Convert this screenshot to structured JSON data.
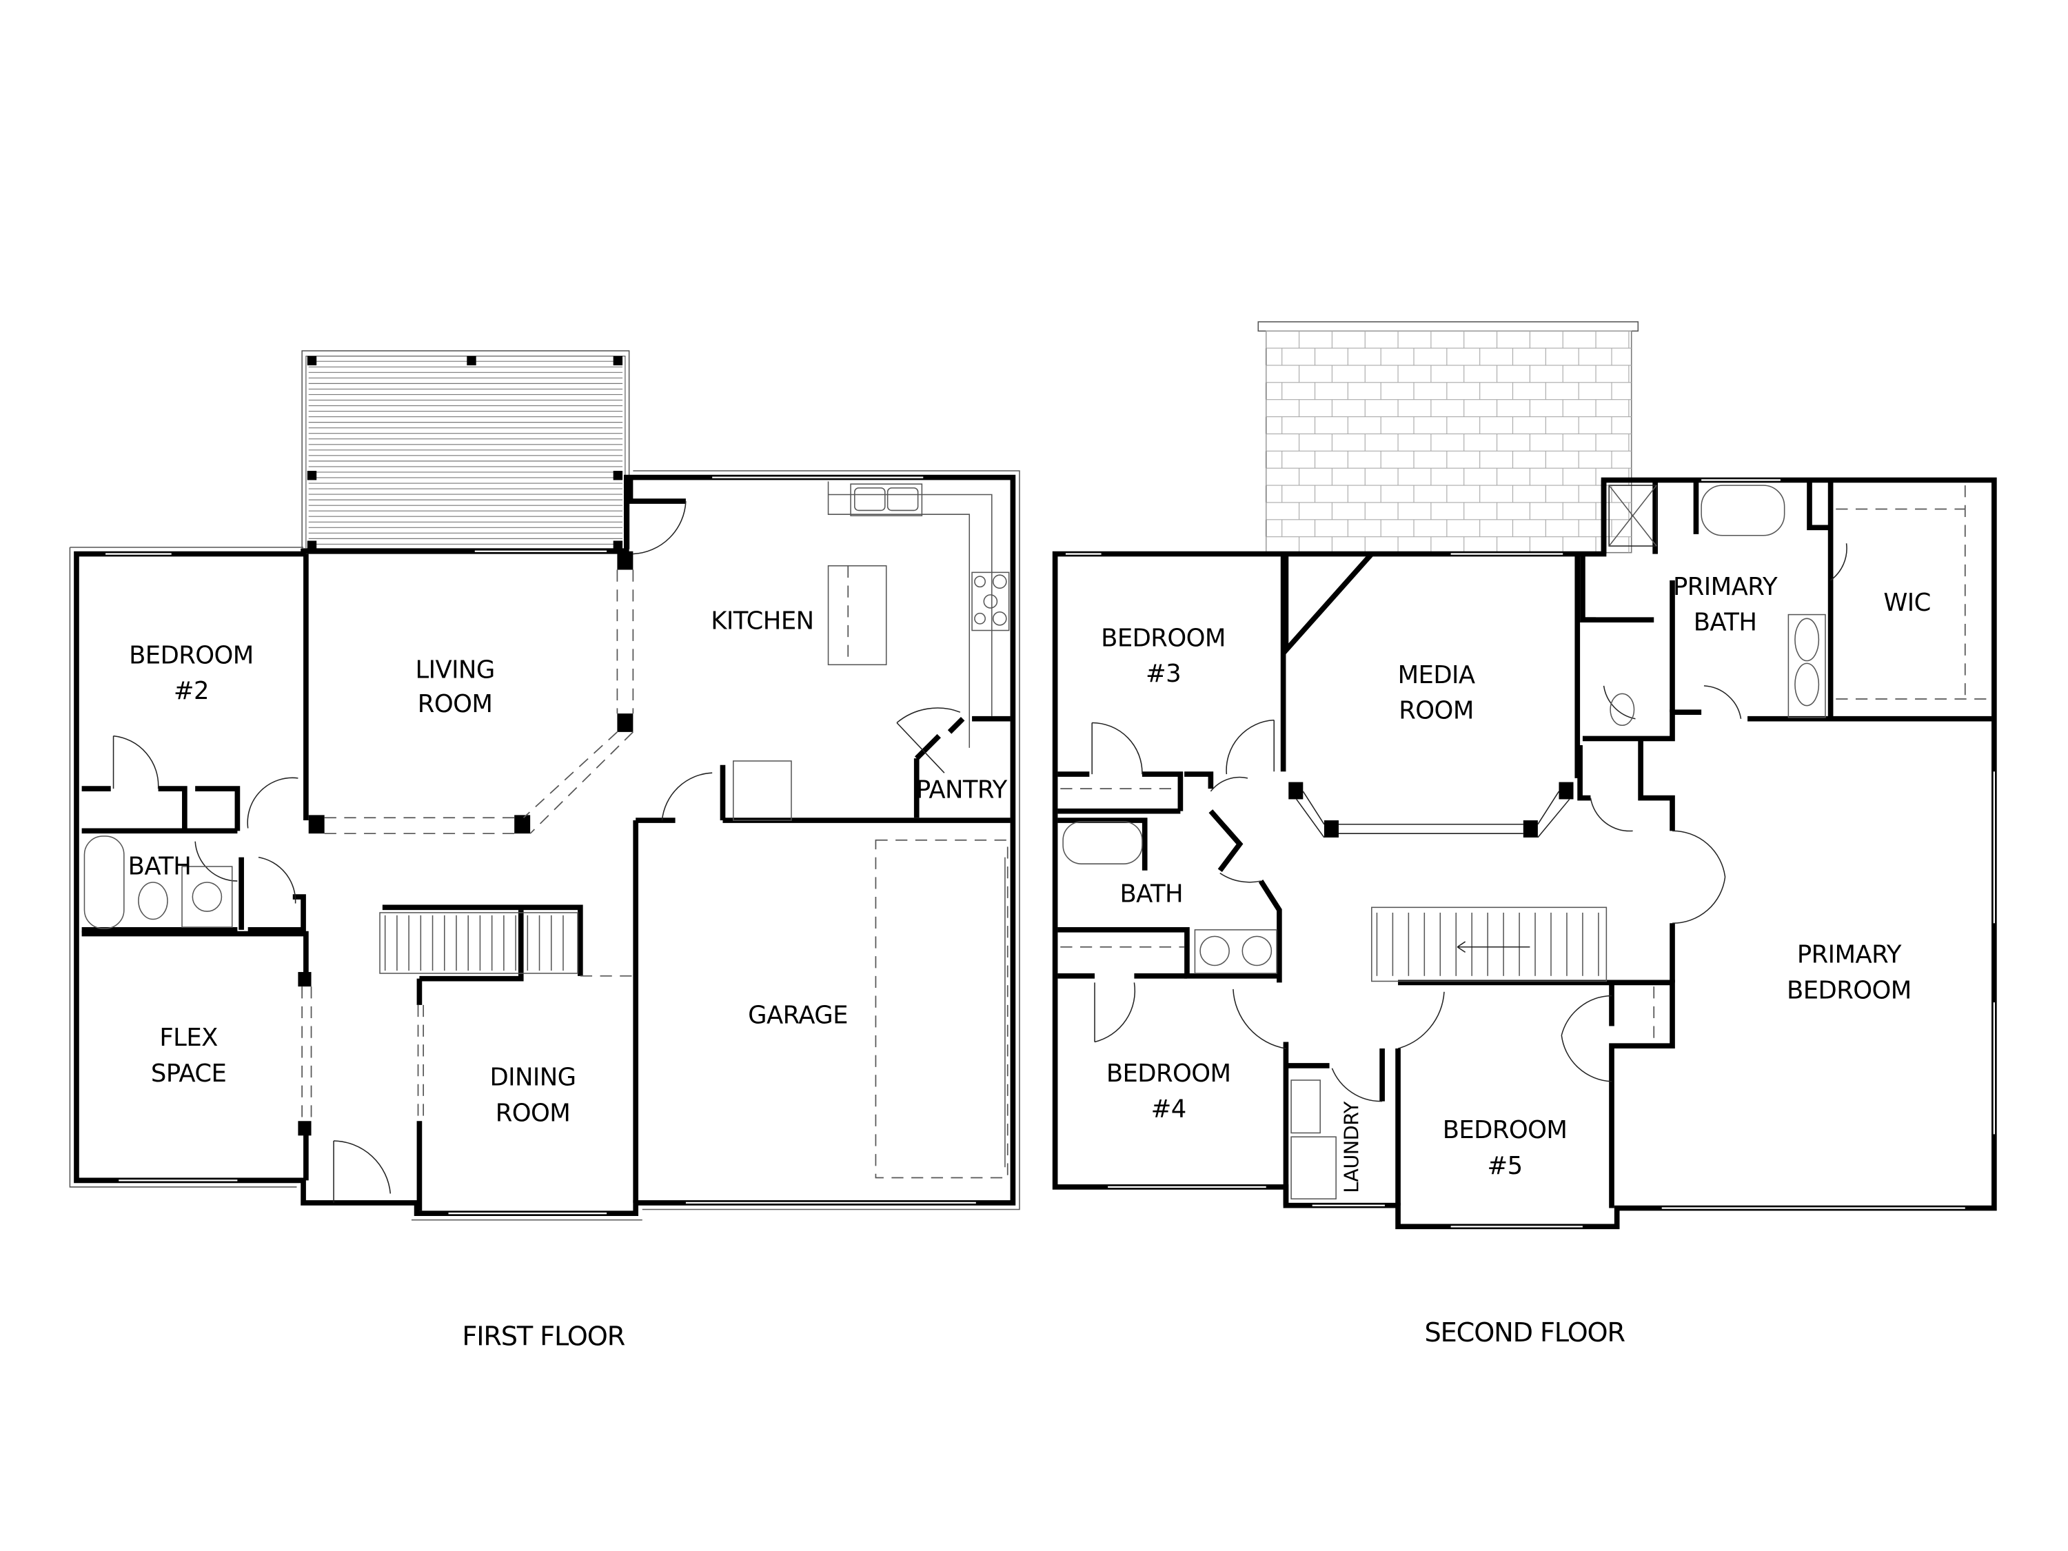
{
  "title": "Two-story floor plan",
  "floors": [
    {
      "name": "FIRST FLOOR",
      "rooms": {
        "bedroom2": [
          "BEDROOM",
          "#2"
        ],
        "living": [
          "LIVING",
          "ROOM"
        ],
        "kitchen": [
          "KITCHEN"
        ],
        "pantry": [
          "PANTRY"
        ],
        "bath": [
          "BATH"
        ],
        "flex": [
          "FLEX",
          "SPACE"
        ],
        "dining": [
          "DINING",
          "ROOM"
        ],
        "garage": [
          "GARAGE"
        ]
      },
      "features": [
        "covered deck",
        "kitchen island",
        "double sink",
        "cooktop",
        "staircase",
        "front entry"
      ]
    },
    {
      "name": "SECOND FLOOR",
      "rooms": {
        "bedroom3": [
          "BEDROOM",
          "#3"
        ],
        "media": [
          "MEDIA",
          "ROOM"
        ],
        "primary_bath": [
          "PRIMARY",
          "BATH"
        ],
        "wic": [
          "WIC"
        ],
        "bath": [
          "BATH"
        ],
        "primary_bedroom": [
          "PRIMARY",
          "BEDROOM"
        ],
        "bedroom4": [
          "BEDROOM",
          "#4"
        ],
        "laundry": [
          "LAUNDRY"
        ],
        "bedroom5": [
          "BEDROOM",
          "#5"
        ]
      },
      "features": [
        "roof (shingle)",
        "shower",
        "tub",
        "double vanity",
        "staircase"
      ]
    }
  ],
  "colors": {
    "wall": "#000000",
    "fixture": "#555555",
    "background": "#ffffff"
  }
}
